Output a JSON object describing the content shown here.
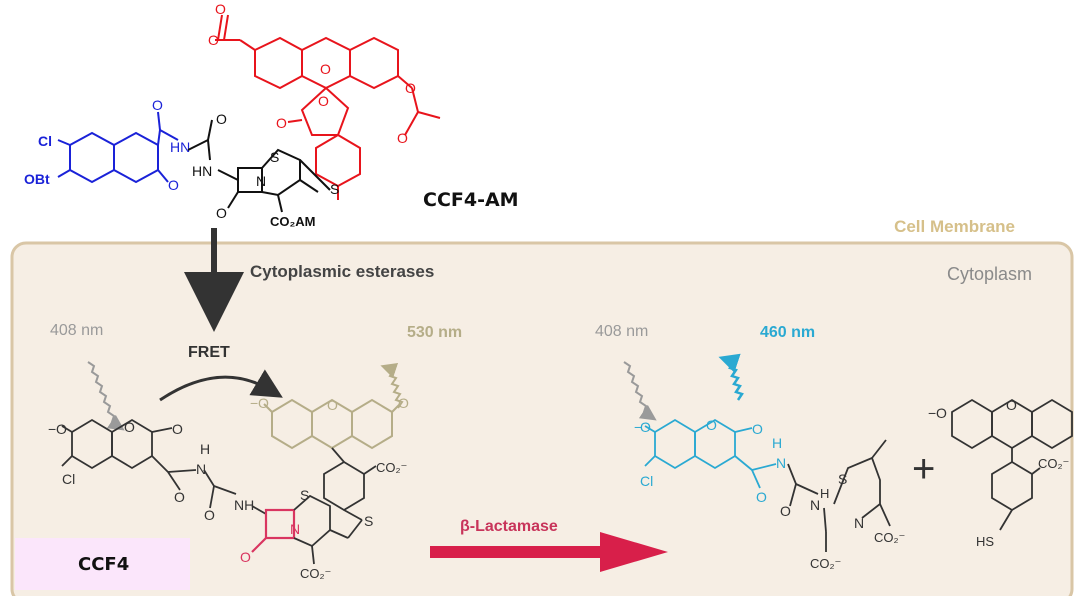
{
  "title": "CCF4-AM",
  "membrane_label": "Cell Membrane",
  "cytoplasm_label": "Cytoplasm",
  "esterase_label": "Cytoplasmic esterases",
  "fret_label": "FRET",
  "wavelengths": {
    "excite_left": "408 nm",
    "emit_left": "530 nm",
    "excite_right": "408 nm",
    "emit_right": "460 nm"
  },
  "enzyme_label": "β-Lactamase",
  "product_label": "CCF4",
  "plus_sign": "+",
  "atoms": {
    "cl": "Cl",
    "obt": "OBt",
    "o": "O",
    "n": "N",
    "s": "S",
    "h": "H",
    "nh": "NH",
    "hn": "HN",
    "hs": "HS",
    "minus": "−",
    "co2am": "CO₂AM",
    "co2": "CO₂⁻"
  },
  "colors": {
    "coumarin": "#1a22d8",
    "fluorescein": "#e8141c",
    "membrane": "#d9c6a6",
    "cell_fill": "#f6eee4",
    "lactam_red": "#d93560",
    "emission_530": "#b5ad88",
    "emission_460": "#2aa9d2",
    "gray": "#9a9a9a",
    "ccf4_box": "#fbe6fb"
  }
}
